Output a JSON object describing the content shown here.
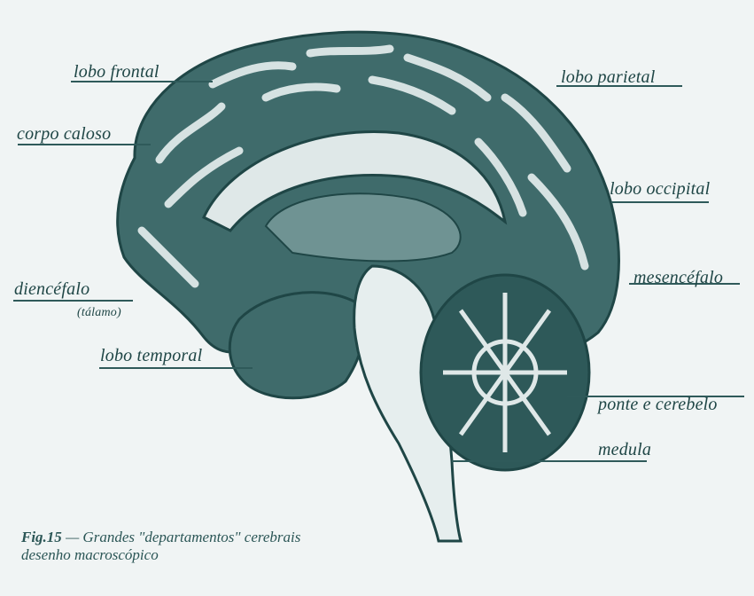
{
  "labels": {
    "lobo_frontal": "lobo frontal",
    "corpo_caloso": "corpo caloso",
    "lobo_parietal": "lobo parietal",
    "lobo_occipital": "lobo occipital",
    "diencefalo": "diencéfalo",
    "talamo": "(tálamo)",
    "mesencefalo": "mesencéfalo",
    "lobo_temporal": "lobo temporal",
    "ponte_cerebelo": "ponte e cerebelo",
    "medula": "medula"
  },
  "caption": {
    "figure_number": "Fig.15",
    "line1": " — Grandes \"departamentos\" cerebrais",
    "line2": "desenho macroscópico"
  },
  "colors": {
    "ink": "#1f4646",
    "mid": "#3f6b6b",
    "light": "#c9d7d7",
    "paper": "#f0f4f4"
  }
}
